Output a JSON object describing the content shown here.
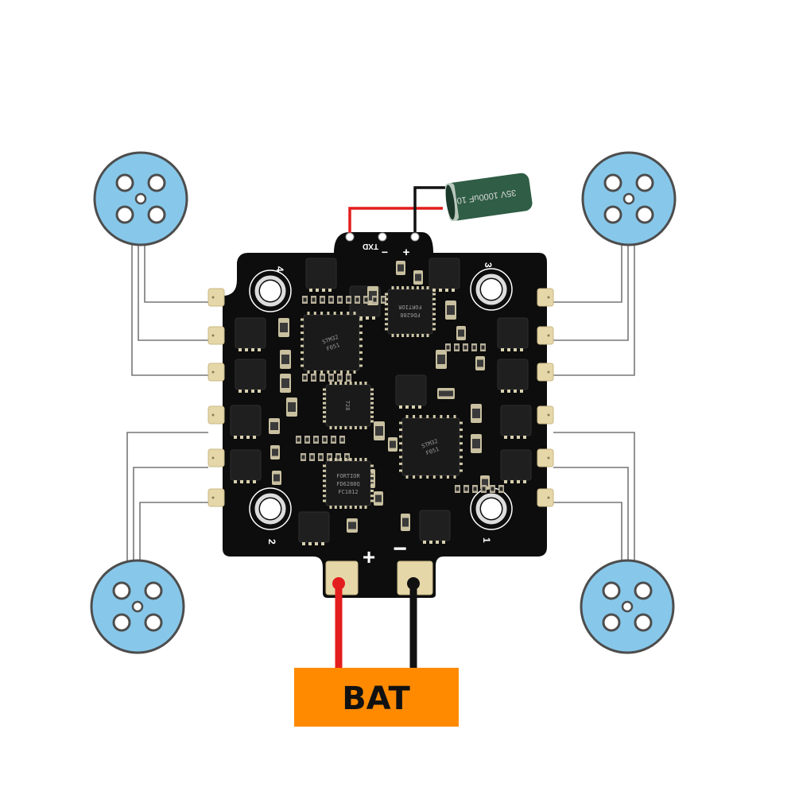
{
  "board": {
    "corner_labels": [
      "4",
      "3",
      "2",
      "1"
    ],
    "uart_label": "TXD",
    "cap_pad_minus": "−",
    "cap_pad_plus": "+",
    "power_plus": "+",
    "power_minus": "−",
    "chip_markings": {
      "mcu_left": [
        "STM32",
        "F051"
      ],
      "mcu_top": [
        "FD6288",
        "FORTIOR"
      ],
      "mcu_right": [
        "STM32",
        "F051"
      ],
      "mcu_bottom": [
        "FORTIOR",
        "FD6288Q",
        "FC1812"
      ],
      "regulator": [
        "728"
      ]
    }
  },
  "capacitor": {
    "label": "35V 1000uF 10",
    "colors": {
      "body": "#2f5d45",
      "stripe": "#b9c7bd"
    }
  },
  "battery": {
    "label": "BAT"
  },
  "colors": {
    "motor_fill": "#87c8ea",
    "motor_stroke": "#4d4d4d",
    "wire_positive": "#e31d1d",
    "wire_negative": "#111111",
    "phase_wire": "#777777",
    "battery_fill": "#ff8a00",
    "pcb": "#0d0d0d",
    "pad": "#e6d7a8"
  },
  "motors": [
    {
      "name": "motor-4",
      "icon": "motor-icon"
    },
    {
      "name": "motor-3",
      "icon": "motor-icon"
    },
    {
      "name": "motor-2",
      "icon": "motor-icon"
    },
    {
      "name": "motor-1",
      "icon": "motor-icon"
    }
  ]
}
